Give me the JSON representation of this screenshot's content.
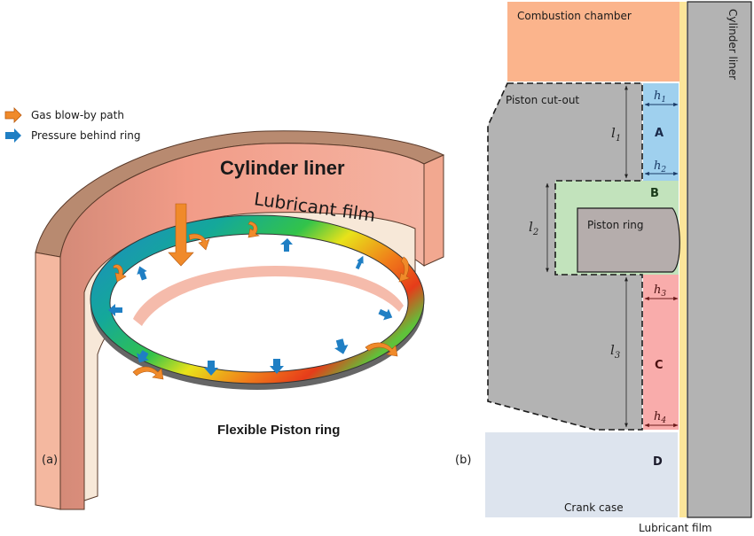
{
  "panel_a": {
    "label": "(a)",
    "legend": [
      {
        "icon": "orange-arrow-icon",
        "color": "#f08a2a",
        "text": "Gas blow-by path"
      },
      {
        "icon": "blue-arrow-icon",
        "color": "#1f7fc4",
        "text": "Pressure behind ring"
      }
    ],
    "cylinder_liner_label": "Cylinder liner",
    "lubricant_film_label": "Lubricant film",
    "piston_ring_label": "Flexible Piston ring",
    "colors": {
      "liner_face": "#ee9a88",
      "liner_top": "#b88a70",
      "film": "#f6e6d6",
      "gas_arrow": "#f08a2a",
      "pressure_arrow": "#1f7fc4",
      "ring_gradient": [
        "#1f86c8",
        "#14a89a",
        "#32c34a",
        "#e8e21a",
        "#f07a1a",
        "#e63c1a"
      ]
    }
  },
  "panel_b": {
    "label": "(b)",
    "regions": {
      "combustion_chamber": {
        "text": "Combustion chamber",
        "color": "#fbb48c"
      },
      "piston_cutout": {
        "text": "Piston cut-out",
        "color": "#b3b3b3"
      },
      "piston_ring": {
        "text": "Piston ring",
        "color": "#b5adac"
      },
      "region_a": {
        "text": "A",
        "color": "#9fd0ee"
      },
      "region_b": {
        "text": "B",
        "color": "#c2e3bc"
      },
      "region_c": {
        "text": "C",
        "color": "#f9acab"
      },
      "region_d": {
        "text": "D",
        "color": "#dde4ee"
      },
      "crank_case": {
        "text": "Crank case"
      },
      "cylinder_liner": {
        "text": "Cylinder liner",
        "color": "#b3b3b3"
      },
      "lubricant_film": {
        "text": "Lubricant film",
        "color": "#fbe59a"
      }
    },
    "dimensions": {
      "l1": {
        "sym": "l",
        "sub": "1"
      },
      "l2": {
        "sym": "l",
        "sub": "2"
      },
      "l3": {
        "sym": "l",
        "sub": "3"
      },
      "h1": {
        "sym": "h",
        "sub": "1"
      },
      "h2": {
        "sym": "h",
        "sub": "2"
      },
      "h3": {
        "sym": "h",
        "sub": "3"
      },
      "h4": {
        "sym": "h",
        "sub": "4"
      }
    }
  }
}
